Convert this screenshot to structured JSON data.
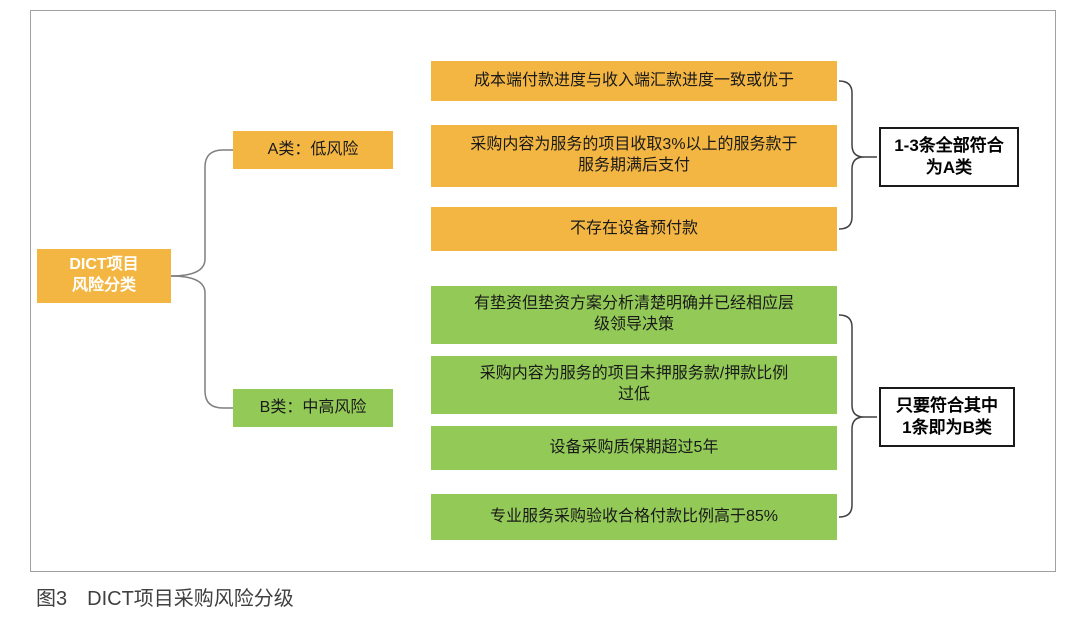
{
  "caption": {
    "figure_label": "图3",
    "title": "DICT项目采购风险分级"
  },
  "root": {
    "label": "DICT项目\n风险分类"
  },
  "colors": {
    "accent_orange": "#F4B642",
    "accent_green": "#92C957",
    "connector_gray": "#7f7f7f",
    "bracket_black": "#404040"
  },
  "branch_a": {
    "label": "A类：低风险",
    "items": [
      "成本端付款进度与收入端汇款进度一致或优于",
      "采购内容为服务的项目收取3%以上的服务款于\n服务期满后支付",
      "不存在设备预付款"
    ],
    "rule": "1-3条全部符合\n为A类"
  },
  "branch_b": {
    "label": "B类：中高风险",
    "items": [
      "有垫资但垫资方案分析清楚明确并已经相应层\n级领导决策",
      "采购内容为服务的项目未押服务款/押款比例\n过低",
      "设备采购质保期超过5年",
      "专业服务采购验收合格付款比例高于85%"
    ],
    "rule": "只要符合其中\n1条即为B类"
  }
}
